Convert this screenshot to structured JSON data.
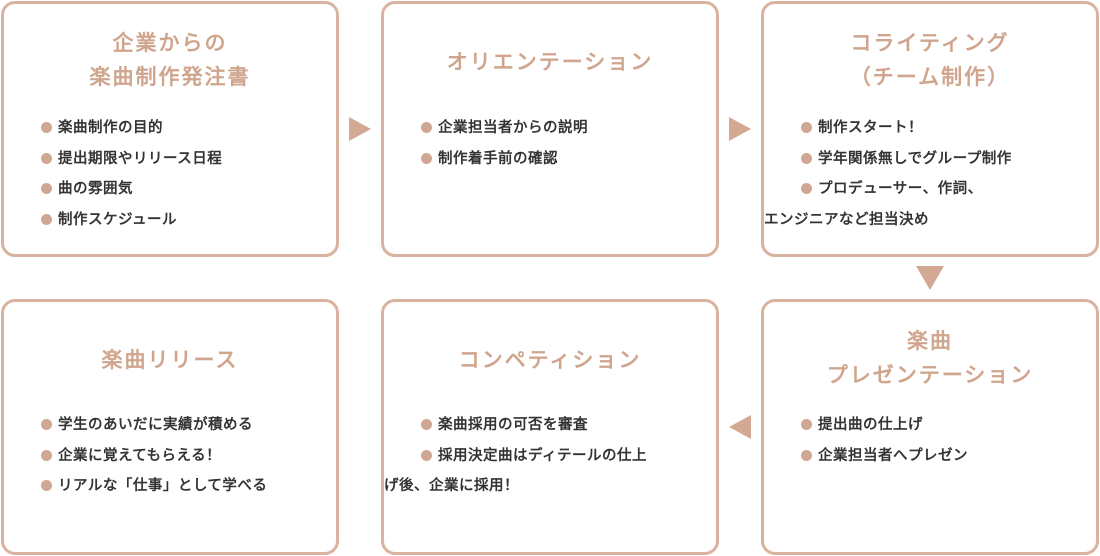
{
  "steps": [
    {
      "title_lines": [
        "企業からの",
        "楽曲制作発注書"
      ],
      "items": [
        "楽曲制作の目的",
        "提出期限やリリース日程",
        "曲の雰囲気",
        "制作スケジュール"
      ]
    },
    {
      "title_lines": [
        "オリエンテーション"
      ],
      "items": [
        "企業担当者からの説明",
        "制作着手前の確認"
      ]
    },
    {
      "title_lines": [
        "コライティング",
        "（チーム制作）"
      ],
      "items": [
        "制作スタート！",
        "学年関係無しでグループ制作",
        "プロデューサー、作詞、",
        "エンジニアなど担当決め"
      ]
    },
    {
      "title_lines": [
        "楽曲",
        "プレゼンテーション"
      ],
      "items": [
        "提出曲の仕上げ",
        "企業担当者へプレゼン"
      ]
    },
    {
      "title_lines": [
        "コンペティション"
      ],
      "items": [
        "楽曲採用の可否を審査",
        "採用決定曲はディテールの仕上",
        "げ後、企業に採用！"
      ]
    },
    {
      "title_lines": [
        "楽曲リリース"
      ],
      "items": [
        "学生のあいだに実績が積める",
        "企業に覚えてもらえる！",
        "リアルな「仕事」として学べる"
      ]
    }
  ],
  "colors": {
    "accent": "#d0a58e",
    "border": "#d9b3a0",
    "text": "#333333"
  }
}
